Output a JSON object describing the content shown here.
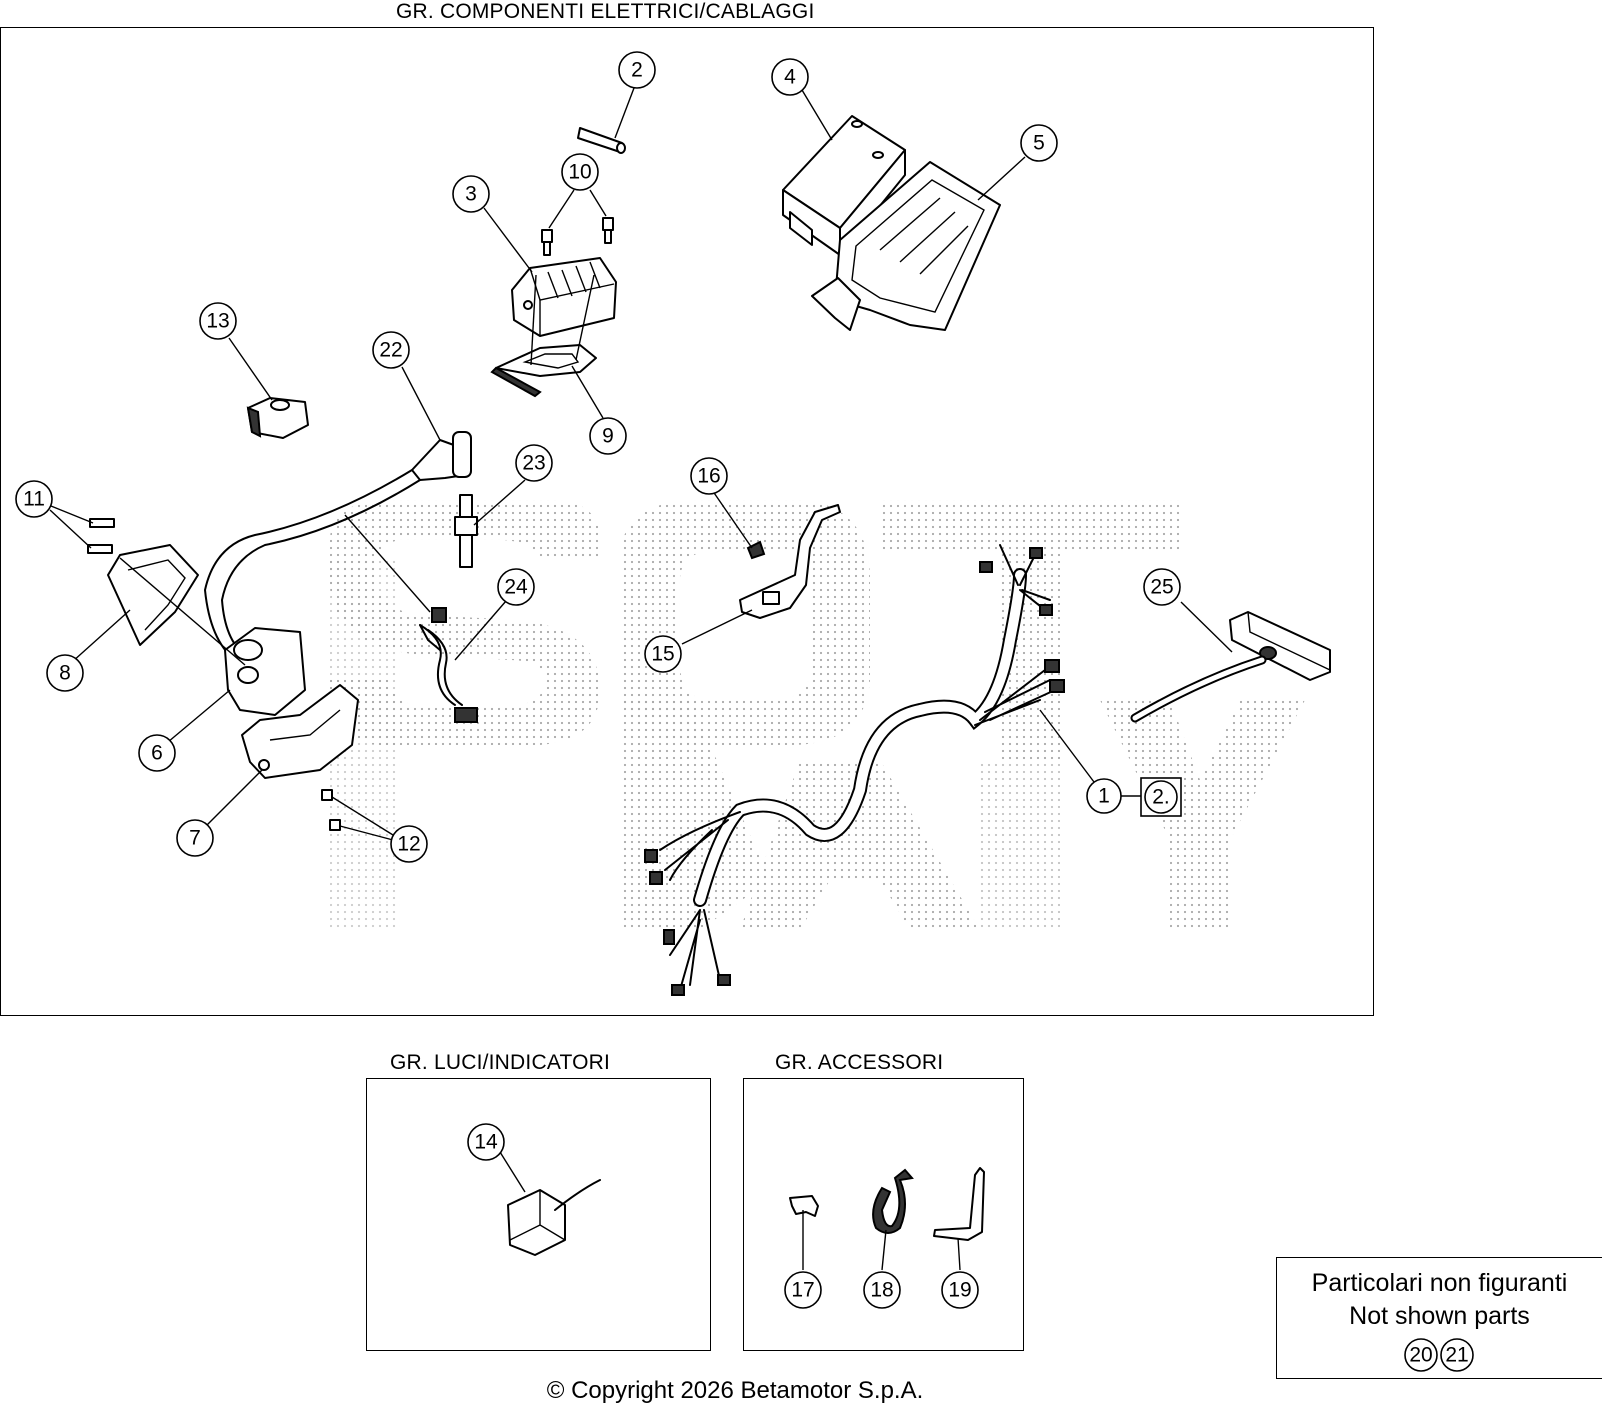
{
  "groups": {
    "electrical": {
      "title": "GR. COMPONENTI ELETTRICI/CABLAGGI"
    },
    "lights": {
      "title": "GR. LUCI/INDICATORI"
    },
    "accessories": {
      "title": "GR. ACCESSORI"
    }
  },
  "callouts": {
    "c1": "1",
    "c2": "2",
    "c3": "3",
    "c4": "4",
    "c5": "5",
    "c6": "6",
    "c7": "7",
    "c8": "8",
    "c9": "9",
    "c10": "10",
    "c11": "11",
    "c12": "12",
    "c13": "13",
    "c14": "14",
    "c15": "15",
    "c16": "16",
    "c17": "17",
    "c18": "18",
    "c19": "19",
    "c22": "22",
    "c23": "23",
    "c24": "24",
    "c25": "25",
    "c2box": "2."
  },
  "not_shown": {
    "line1": "Particolari non figuranti",
    "line2": "Not shown parts",
    "items": [
      "20",
      "21"
    ]
  },
  "copyright": "© Copyright 2026 Betamotor S.p.A.",
  "colors": {
    "ink": "#000000",
    "dots": "#9a9a9a",
    "background": "#ffffff"
  }
}
